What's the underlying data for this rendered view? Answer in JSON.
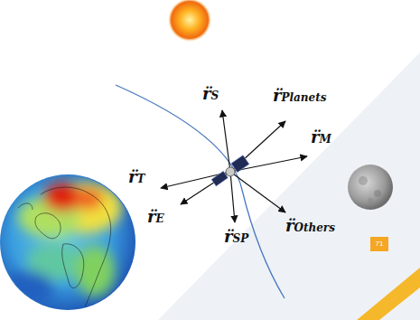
{
  "diagram": {
    "labels": [
      "r̈S",
      "r̈Planets",
      "r̈M",
      "r̈T",
      "r̈E",
      "r̈SP",
      "r̈Others",
      "71"
    ]
  }
}
